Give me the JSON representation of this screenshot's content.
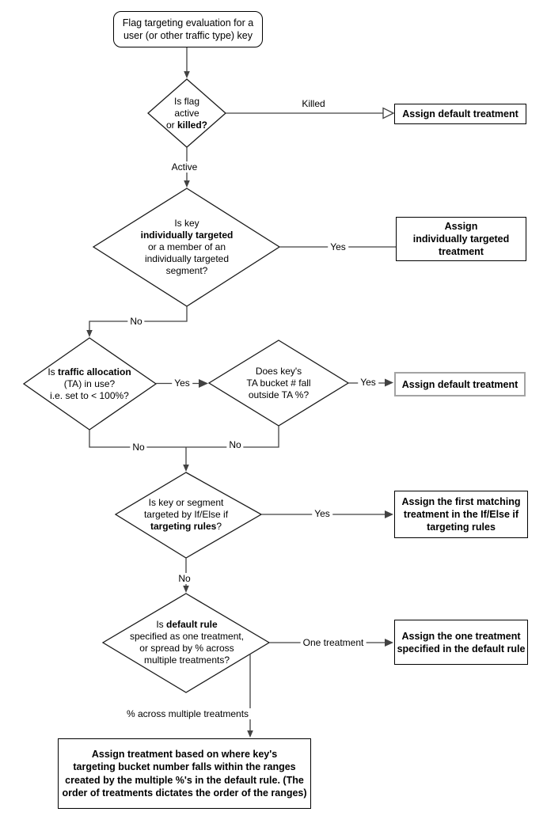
{
  "colors": {
    "background": "#ffffff",
    "shape_border": "#1a1a1a",
    "edge": "#424242",
    "text": "#000000",
    "gray_box_border": "#a3a3a3"
  },
  "nodes": {
    "start": {
      "lines": [
        [
          {
            "t": "Flag targeting evaluation for a"
          }
        ],
        [
          {
            "t": "user (or other traffic type) key"
          }
        ]
      ]
    },
    "d1": {
      "lines": [
        [
          {
            "t": "Is flag"
          }
        ],
        [
          {
            "t": "active"
          }
        ],
        [
          {
            "t": "or "
          },
          {
            "t": "killed?",
            "b": true
          }
        ]
      ]
    },
    "box1": {
      "lines": [
        [
          {
            "t": "Assign default treatment",
            "b": true
          }
        ]
      ]
    },
    "d2": {
      "lines": [
        [
          {
            "t": "Is key"
          }
        ],
        [
          {
            "t": "individually targeted",
            "b": true
          }
        ],
        [
          {
            "t": "or a member of an"
          }
        ],
        [
          {
            "t": "individually targeted"
          }
        ],
        [
          {
            "t": "segment?"
          }
        ]
      ]
    },
    "box2": {
      "lines": [
        [
          {
            "t": "Assign",
            "b": true
          }
        ],
        [
          {
            "t": "individually targeted",
            "b": true
          }
        ],
        [
          {
            "t": "treatment",
            "b": true
          }
        ]
      ]
    },
    "d3": {
      "lines": [
        [
          {
            "t": "Is "
          },
          {
            "t": "traffic allocation",
            "b": true
          }
        ],
        [
          {
            "t": "(TA) in use?"
          }
        ],
        [
          {
            "t": "i.e. set to < 100%?"
          }
        ]
      ]
    },
    "d4": {
      "lines": [
        [
          {
            "t": "Does key's"
          }
        ],
        [
          {
            "t": "TA bucket # fall"
          }
        ],
        [
          {
            "t": "outside TA %?"
          }
        ]
      ]
    },
    "box3": {
      "lines": [
        [
          {
            "t": "Assign default treatment",
            "b": true
          }
        ]
      ]
    },
    "d5": {
      "lines": [
        [
          {
            "t": "Is key or segment"
          }
        ],
        [
          {
            "t": "targeted by If/Else if"
          }
        ],
        [
          {
            "t": "targeting rules",
            "b": true
          },
          {
            "t": "?"
          }
        ]
      ]
    },
    "box4": {
      "lines": [
        [
          {
            "t": "Assign the first matching",
            "b": true
          }
        ],
        [
          {
            "t": "treatment in the If/Else if",
            "b": true
          }
        ],
        [
          {
            "t": "targeting rules",
            "b": true
          }
        ]
      ]
    },
    "d6": {
      "lines": [
        [
          {
            "t": "Is "
          },
          {
            "t": "default rule",
            "b": true
          }
        ],
        [
          {
            "t": "specified as one treatment,"
          }
        ],
        [
          {
            "t": "or spread by % across"
          }
        ],
        [
          {
            "t": "multiple treatments?"
          }
        ]
      ]
    },
    "box5": {
      "lines": [
        [
          {
            "t": "Assign the one treatment",
            "b": true
          }
        ],
        [
          {
            "t": "specified in the default rule",
            "b": true
          }
        ]
      ]
    },
    "box6": {
      "lines": [
        [
          {
            "t": "Assign treatment based on where key's",
            "b": true
          }
        ],
        [
          {
            "t": "targeting bucket number falls within the ranges",
            "b": true
          }
        ],
        [
          {
            "t": "created by the multiple %'s in the default rule. (The",
            "b": true
          }
        ],
        [
          {
            "t": "order of treatments dictates the order of the ranges)",
            "b": true
          }
        ]
      ]
    }
  },
  "edge_labels": {
    "killed": "Killed",
    "active": "Active",
    "yes_individual": "Yes",
    "no_individual": "No",
    "yes_ta": "Yes",
    "yes_bucket": "Yes",
    "no_ta": "No",
    "no_bucket": "No",
    "yes_rules": "Yes",
    "no_rules": "No",
    "one_treatment": "One treatment",
    "pct_multiple": "% across multiple treatments"
  }
}
